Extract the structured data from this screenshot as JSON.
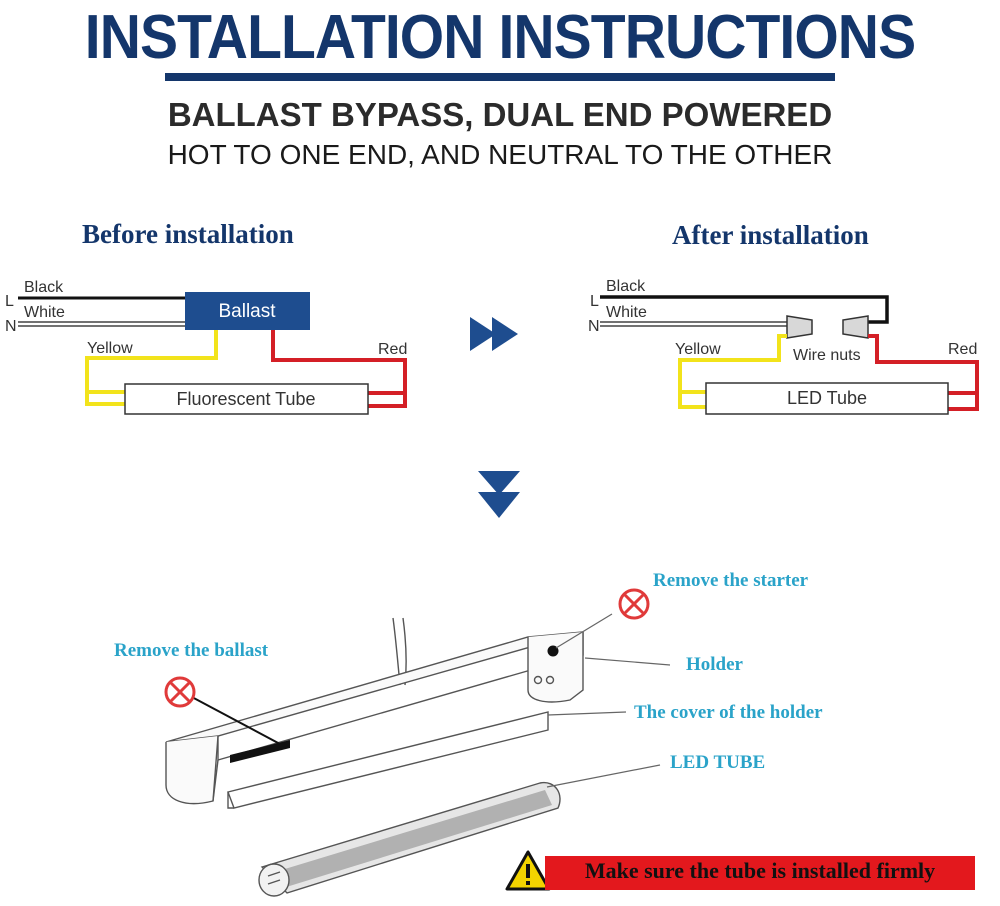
{
  "header": {
    "title": "INSTALLATION INSTRUCTIONS",
    "subtitle": "BALLAST BYPASS, DUAL END POWERED",
    "subtitle2": "HOT TO ONE END, AND NEUTRAL TO THE OTHER"
  },
  "before": {
    "heading": "Before installation",
    "line_label": "L",
    "neutral_label": "N",
    "black_label": "Black",
    "white_label": "White",
    "ballast_label": "Ballast",
    "yellow_label": "Yellow",
    "red_label": "Red",
    "tube_label": "Fluorescent Tube"
  },
  "after": {
    "heading": "After installation",
    "line_label": "L",
    "neutral_label": "N",
    "black_label": "Black",
    "white_label": "White",
    "wire_nuts_label": "Wire nuts",
    "yellow_label": "Yellow",
    "red_label": "Red",
    "tube_label": "LED Tube"
  },
  "fixture": {
    "remove_starter": "Remove the starter",
    "remove_ballast": "Remove the ballast",
    "holder": "Holder",
    "cover": "The cover of the holder",
    "led_tube": "LED TUBE"
  },
  "warning": {
    "text": "Make sure the tube is installed firmly"
  },
  "colors": {
    "navy": "#14366b",
    "ballast_blue": "#1e4d8f",
    "arrow_blue": "#1e4d8f",
    "yellow_wire": "#f2e31b",
    "red_wire": "#d41f26",
    "callout_cyan": "#2aa3c9",
    "warning_red": "#e3181d",
    "prohibit_red": "#e03a3a"
  },
  "icons": [
    "double-right-arrow-icon",
    "down-arrow-icon",
    "prohibited-icon",
    "warning-triangle-icon"
  ]
}
